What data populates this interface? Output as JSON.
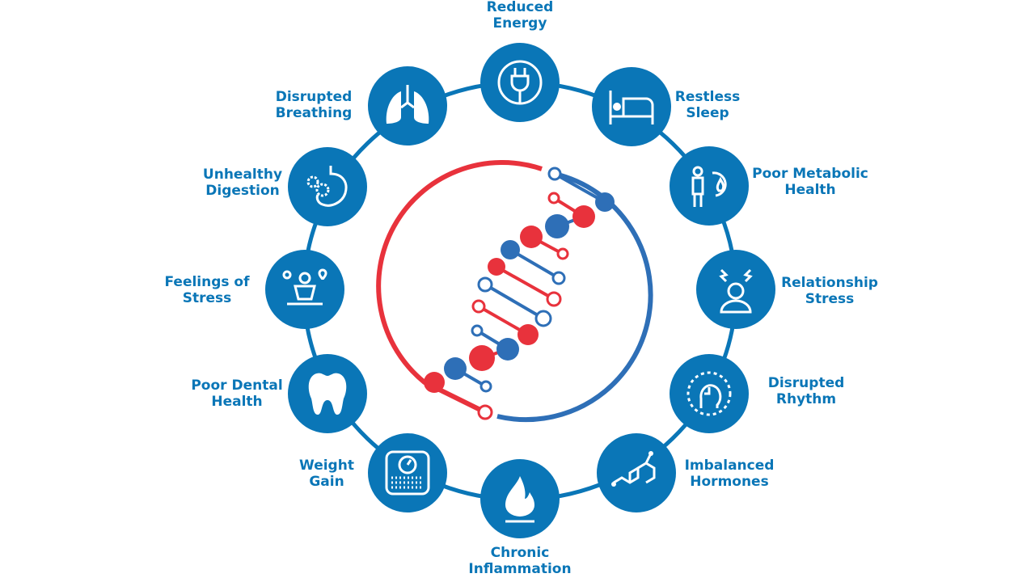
{
  "title": "DNA health effects diagram",
  "colors": {
    "primary": "#0a76b7",
    "dna_red": "#e8323c",
    "dna_blue": "#2e6fb7"
  },
  "items": [
    {
      "id": "reduced-energy",
      "line1": "Reduced",
      "line2": "Energy",
      "icon": "plug-icon"
    },
    {
      "id": "restless-sleep",
      "line1": "Restless",
      "line2": "Sleep",
      "icon": "bed-icon"
    },
    {
      "id": "poor-metabolic-health",
      "line1": "Poor Metabolic",
      "line2": "Health",
      "icon": "metabolism-icon"
    },
    {
      "id": "relationship-stress",
      "line1": "Relationship",
      "line2": "Stress",
      "icon": "stressed-person-icon"
    },
    {
      "id": "disrupted-rhythm",
      "line1": "Disrupted",
      "line2": "Rhythm",
      "icon": "circadian-head-icon"
    },
    {
      "id": "imbalanced-hormones",
      "line1": "Imbalanced",
      "line2": "Hormones",
      "icon": "steroid-molecule-icon"
    },
    {
      "id": "chronic-inflammation",
      "line1": "Chronic",
      "line2": "Inflammation",
      "icon": "flame-icon"
    },
    {
      "id": "weight-gain",
      "line1": "Weight",
      "line2": "Gain",
      "icon": "scale-icon"
    },
    {
      "id": "poor-dental-health",
      "line1": "Poor Dental",
      "line2": "Health",
      "icon": "tooth-icon"
    },
    {
      "id": "feelings-of-stress",
      "line1": "Feelings of",
      "line2": "Stress",
      "icon": "meditation-icon"
    },
    {
      "id": "unhealthy-digestion",
      "line1": "Unhealthy",
      "line2": "Digestion",
      "icon": "stomach-gears-icon"
    },
    {
      "id": "disrupted-breathing",
      "line1": "Disrupted",
      "line2": "Breathing",
      "icon": "lungs-icon"
    }
  ]
}
